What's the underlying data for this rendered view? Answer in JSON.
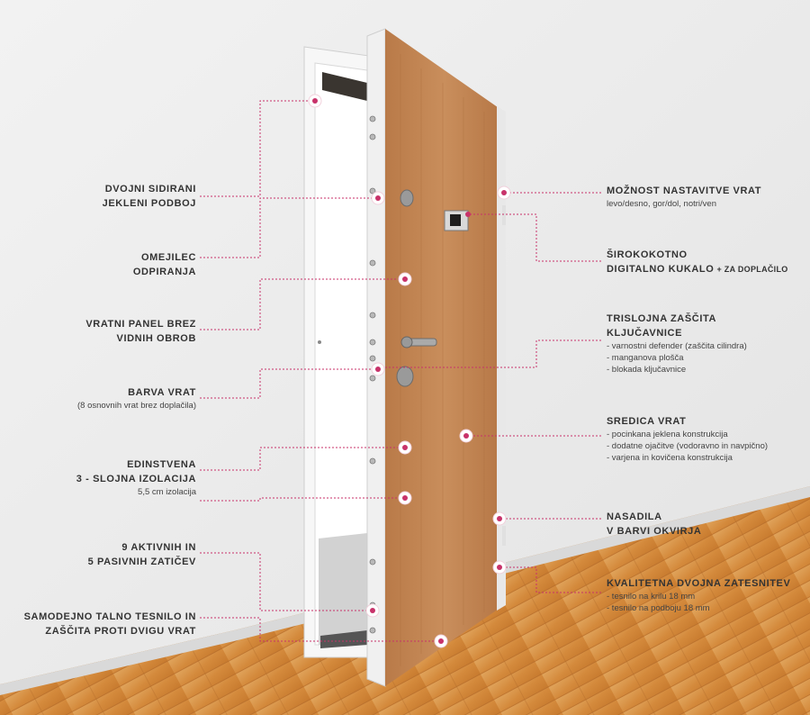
{
  "accent": "#c8326a",
  "labels_left": [
    {
      "id": "anchor",
      "title_lines": [
        "DVOJNI SIDIRANI",
        "JEKLENI PODBOJ"
      ],
      "sub": []
    },
    {
      "id": "stop",
      "title_lines": [
        "OMEJILEC",
        "ODPIRANJA"
      ],
      "sub": []
    },
    {
      "id": "panel",
      "title_lines": [
        "VRATNI PANEL BREZ",
        "VIDNIH OBROB"
      ],
      "sub": []
    },
    {
      "id": "color",
      "title_lines": [
        "BARVA VRAT"
      ],
      "sub": [
        "(8 osnovnih vrat brez doplačila)"
      ]
    },
    {
      "id": "insulation",
      "title_lines": [
        "EDINSTVENA",
        "3 - SLOJNA IZOLACIJA"
      ],
      "sub": [
        "5,5 cm izolacija"
      ]
    },
    {
      "id": "bolts",
      "title_lines": [
        "9 AKTIVNIH IN",
        "5 PASIVNIH ZATIČEV"
      ],
      "sub": []
    },
    {
      "id": "seal",
      "title_lines": [
        "SAMODEJNO TALNO TESNILO IN",
        "ZAŠČITA PROTI DVIGU VRAT"
      ],
      "sub": []
    }
  ],
  "labels_right": [
    {
      "id": "adjust",
      "title_lines": [
        "MOŽNOST NASTAVITVE VRAT"
      ],
      "sub": [
        "levo/desno, gor/dol, notri/ven"
      ]
    },
    {
      "id": "peephole",
      "title_lines": [
        "ŠIROKOKOTNO",
        "DIGITALNO KUKALO"
      ],
      "extra": "+ ZA DOPLAČILO",
      "sub": []
    },
    {
      "id": "lock",
      "title_lines": [
        "TRISLOJNA ZAŠČITA",
        "KLJUČAVNICE"
      ],
      "sub": [
        "- varnostni defender (zaščita cilindra)",
        "- manganova plošča",
        "- blokada ključavnice"
      ]
    },
    {
      "id": "core",
      "title_lines": [
        "SREDICA VRAT"
      ],
      "sub": [
        "- pocinkana jeklena konstrukcija",
        "- dodatne ojačitve (vodoravno in navpično)",
        "- varjena in kovičena konstrukcija"
      ]
    },
    {
      "id": "hinges",
      "title_lines": [
        "NASADILA",
        "V BARVI OKVIRJA"
      ],
      "sub": []
    },
    {
      "id": "gasket",
      "title_lines": [
        "KVALITETNA DVOJNA ZATESNITEV"
      ],
      "sub": [
        "- tesnilo na krilu 18 mm",
        "- tesnilo na podboju 18 mm"
      ]
    }
  ]
}
